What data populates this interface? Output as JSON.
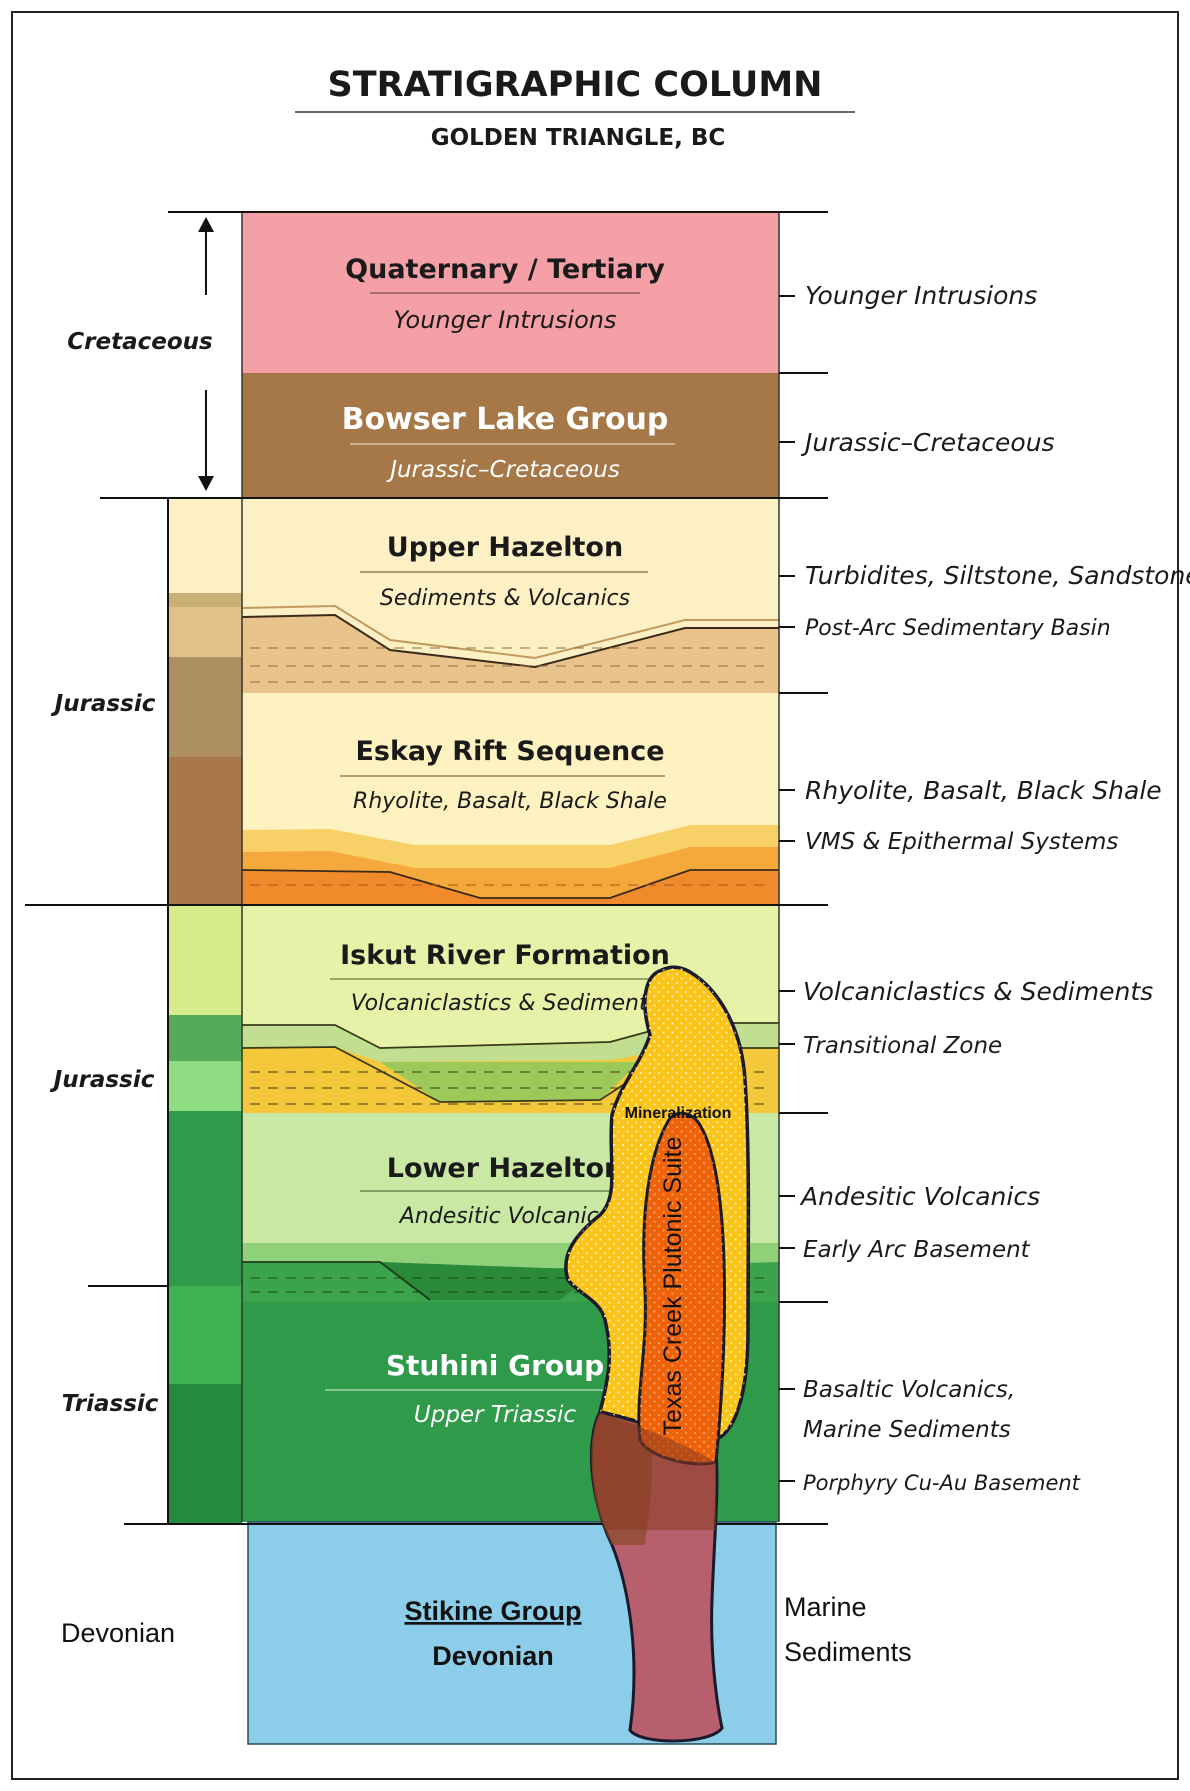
{
  "header": {
    "title": "STRATIGRAPHIC COLUMN",
    "subtitle": "GOLDEN TRIANGLE, BC"
  },
  "eras": {
    "cretaceous": "Cretaceous",
    "jurassic_upper": "Jurassic",
    "jurassic_lower": "Jurassic",
    "triassic": "Triassic",
    "devonian": "Devonian"
  },
  "units": {
    "quaternary": {
      "name": "Quaternary / Tertiary",
      "desc": "Younger Intrusions"
    },
    "bowser": {
      "name": "Bowser Lake Group",
      "desc": "Jurassic–Cretaceous"
    },
    "upper_hazelton": {
      "name": "Upper Hazelton",
      "desc": "Sediments & Volcanics"
    },
    "eskay": {
      "name": "Eskay Rift Sequence",
      "desc": "Rhyolite, Basalt, Black Shale"
    },
    "iskut": {
      "name": "Iskut River Formation",
      "desc": "Volcaniclastics & Sediments"
    },
    "lower_hazelton": {
      "name": "Lower Hazelton",
      "desc": "Andesitic Volcanics"
    },
    "stuhini": {
      "name": "Stuhini Group",
      "desc": "Upper Triassic"
    },
    "stikine": {
      "name": "Stikine Group",
      "desc": "Devonian"
    }
  },
  "annotations": {
    "younger_intrusions": "Younger Intrusions",
    "jurassic_cretaceous": "Jurassic–Cretaceous",
    "turbidites": "Turbidites, Siltstone, Sandstone",
    "post_arc": "Post-Arc Sedimentary Basin",
    "rhyolite": "Rhyolite, Basalt, Black Shale",
    "vms": "VMS & Epithermal Systems",
    "volcaniclastics": "Volcaniclastics & Sediments",
    "transitional": "Transitional Zone",
    "andesitic": "Andesitic Volcanics",
    "early_arc": "Early Arc Basement",
    "basaltic": "Basaltic Volcanics,",
    "marine_sediments": "Marine Sediments",
    "porphyry": "Porphyry Cu-Au Basement",
    "marine": "Marine",
    "sediments": "Sediments"
  },
  "intrusion": {
    "mineralization": "Mineralization",
    "suite_label": "Texas Creek Plutonic Suite"
  },
  "colors": {
    "quaternary": "#f4a0a6",
    "bowser": "#a67848",
    "upper_hazelton": "#fdf0c4",
    "eskay": "#fdf2c0",
    "iskut": "#e6f2a8",
    "lower_hazelton": "#c9e8a4",
    "stuhini": "#2f9a4a",
    "stikine": "#8ccde9",
    "intrusion_outer": "#fcc419",
    "intrusion_inner": "#f0620a",
    "intrusion_root": "#b75f6d"
  }
}
